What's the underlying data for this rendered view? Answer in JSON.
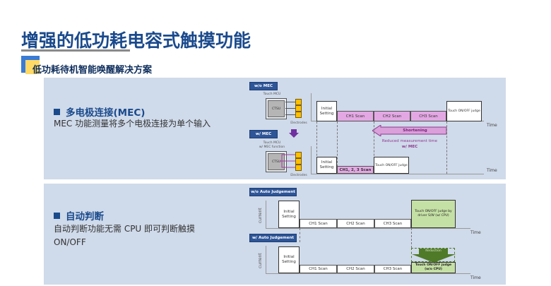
{
  "header": {
    "title": "增强的低功耗电容式触摸功能",
    "subtitle": "低功耗待机智能唤醒解决方案"
  },
  "colors": {
    "title": "#1a4a8c",
    "panel_bg": "#cfdaea",
    "tag_bg": "#2e5597",
    "scan_purple": "#e3a8e3",
    "arrow_purple": "#7030a0",
    "judge_green": "#c5e0a5",
    "reduction_green": "#4f7a28",
    "electrode_yellow": "#ffc000"
  },
  "sections": [
    {
      "heading": "多电极连接(MEC)",
      "description": [
        "MEC 功能测量将多个电极连接为单个输入"
      ],
      "diagram": {
        "tag_without": "w/o MEC",
        "tag_with": "w/ MEC",
        "mcu_label_without": "Touch MCU",
        "mcu_label_with_line1": "Touch MCU",
        "mcu_label_with_line2": "w/ MEC function",
        "ctsu_label": "CTSU",
        "electrodes_label": "Electrodes",
        "initial_setting": "Initial Setting",
        "scans_without": [
          "CH1 Scan",
          "CH2 Scan",
          "CH3 Scan"
        ],
        "judge_label": "Touch ON/OFF judge",
        "time_label": "Time",
        "shortening_label": "Shortening",
        "reduced_line1": "Reduced measurement time",
        "reduced_line2": "w/ MEC",
        "scan_with": "CH1, 2, 3 Scan"
      }
    },
    {
      "heading": "自动判断",
      "description": [
        "自动判断功能无需 CPU 即可判断触摸",
        "ON/OFF"
      ],
      "diagram": {
        "tag_without": "w/o Auto Judgement",
        "tag_with": "w/ Auto Judgement",
        "current_label": "current",
        "initial_setting": "Initial Setting",
        "scans": [
          "CH1 Scan",
          "CH2 Scan",
          "CH3 Scan"
        ],
        "judge_without": "Touch ON/OFF judge by driver S/W (w/ CPU)",
        "judge_with": "Touch ON/OFF judge (w/o CPU)",
        "reduction_label": "Reduction",
        "time_label": "Time"
      }
    }
  ]
}
